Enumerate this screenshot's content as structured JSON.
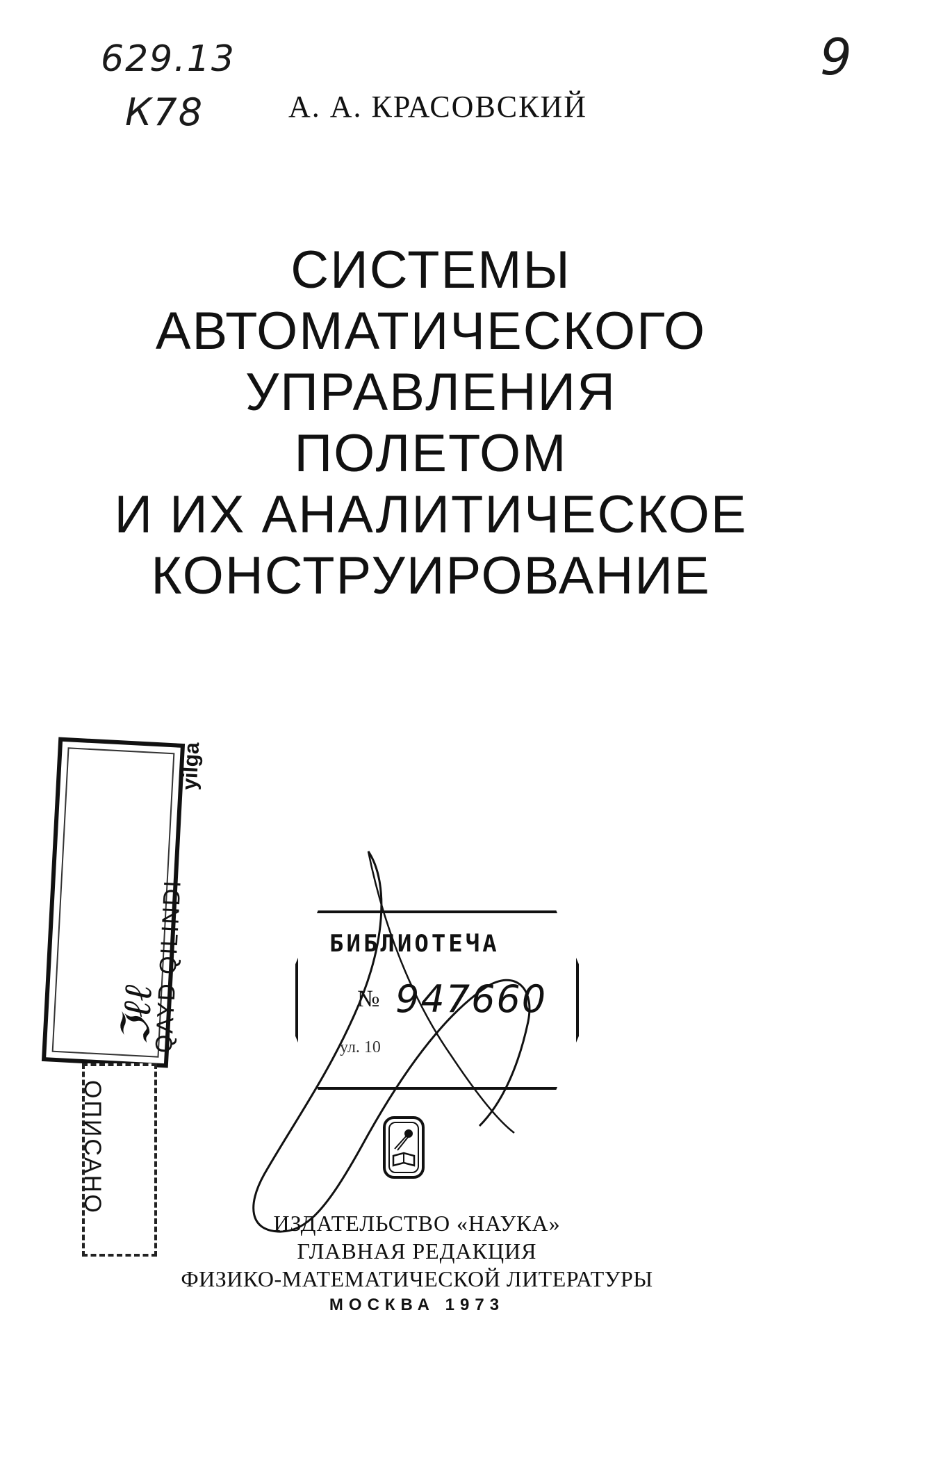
{
  "handwritten": {
    "call_number": "629.13",
    "cutter_number": "К78",
    "corner_mark": "9"
  },
  "author": "А. А. КРАСОВСКИЙ",
  "title_lines": [
    "СИСТЕМЫ",
    "АВТОМАТИЧЕСКОГО",
    "УПРАВЛЕНИЯ",
    "ПОЛЕТОМ",
    "И ИХ АНАЛИТИЧЕСКОЕ",
    "КОНСТРУИРОВАНИЕ"
  ],
  "stamps": {
    "registration": {
      "qayd": "QAYD QILINDI",
      "yilga": "yilga"
    },
    "described": "ОПИСАНО",
    "library": {
      "heading": "БИБЛИОТЕЧА",
      "number_label": "№",
      "number": "947660",
      "street": "ул. 10"
    }
  },
  "publisher": {
    "name": "ИЗДАТЕЛЬСТВО «НАУКА»",
    "division": "ГЛАВНАЯ РЕДАКЦИЯ",
    "division_2": "ФИЗИКО-МАТЕМАТИЧЕСКОЙ ЛИТЕРАТУРЫ",
    "place_year": "МОСКВА 1973"
  },
  "icons": {
    "publisher_logo": "book-and-orbit-icon"
  }
}
